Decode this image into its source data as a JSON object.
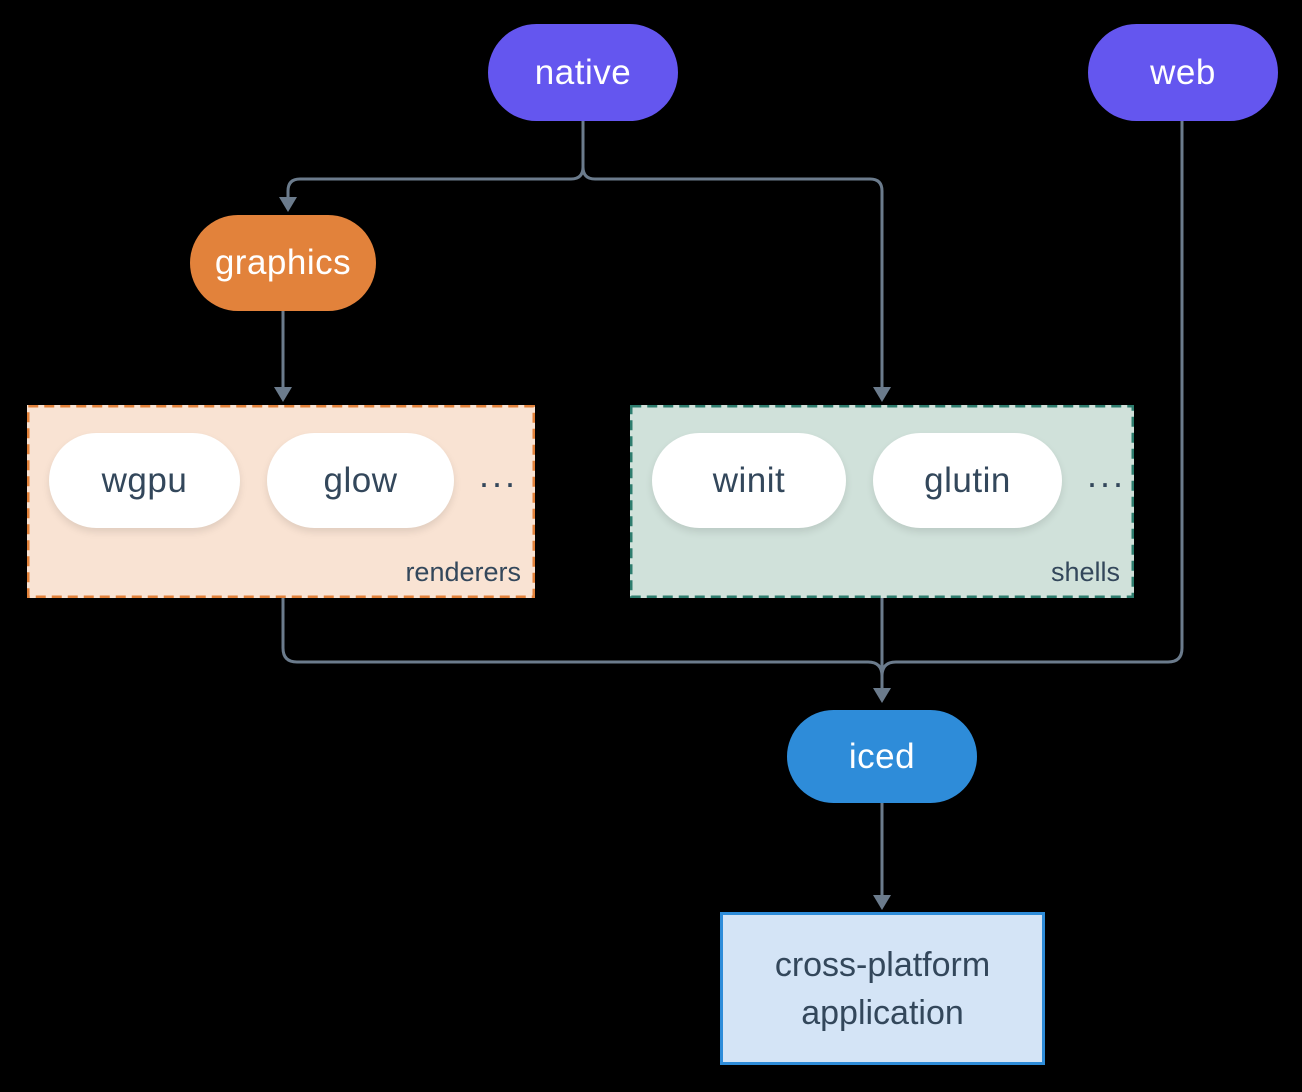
{
  "palette": {
    "purple": "#6456EF",
    "orange": "#E2823B",
    "orange_light": "#F9E3D3",
    "teal": "#2E7D6E",
    "teal_light": "#D0E1DA",
    "blue": "#2E8CD9",
    "blue_light": "#D4E4F6",
    "line": "#6B7B8C",
    "text_dark": "#33475B",
    "bg": "#000000"
  },
  "nodes": {
    "native": {
      "label": "native"
    },
    "web": {
      "label": "web"
    },
    "graphics": {
      "label": "graphics"
    },
    "iced": {
      "label": "iced"
    },
    "application": {
      "lines": [
        "cross-platform",
        "application"
      ]
    }
  },
  "groups": {
    "renderers": {
      "label": "renderers",
      "items": [
        "wgpu",
        "glow"
      ],
      "ellipsis": "..."
    },
    "shells": {
      "label": "shells",
      "items": [
        "winit",
        "glutin"
      ],
      "ellipsis": "..."
    }
  }
}
